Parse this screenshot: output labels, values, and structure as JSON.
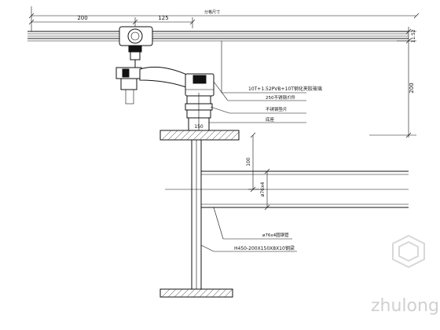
{
  "dimensions": {
    "top_total": "分格尺寸",
    "top_left": "200",
    "top_right": "125",
    "right_small": "11.52",
    "right_total": "200",
    "mid_vertical": "100",
    "pipe_size": "ø76x4",
    "plate_width": "150"
  },
  "callouts": {
    "glass": "10T+1.52PVB+10T钢化夹胶玻璃",
    "bolt": "250不锈钢爪件",
    "washer": "不锈钢垫片",
    "base": "底座",
    "tube": "ø76x4圆钢管",
    "beam": "H450-200X150X8X10钢梁"
  },
  "watermark": {
    "text": "zhulong.com"
  }
}
